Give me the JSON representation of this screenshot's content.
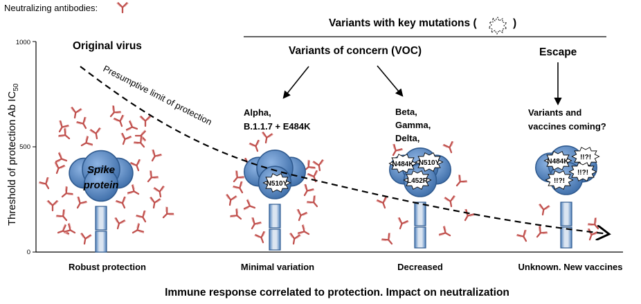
{
  "legend": {
    "label": "Neutralizing antibodies:",
    "icon": "antibody-icon"
  },
  "titles": {
    "variants_key": "Variants with key mutations (",
    "variants_key_close": ")",
    "voc": "Variants of concern (VOC)",
    "original": "Original virus",
    "escape": "Escape"
  },
  "spike_label": [
    "Spike",
    "protein"
  ],
  "y_axis": {
    "label": "Threshold of protection Ab IC",
    "label_sub": "50",
    "ticks": [
      "1000",
      "500",
      "0"
    ]
  },
  "curve_label": "Presumptive limit of protection",
  "groups": [
    {
      "lines": [],
      "mutations": [],
      "bottom_label": "Robust protection"
    },
    {
      "lines": [
        "Alpha,",
        "B.1.1.7 + E484K"
      ],
      "mutations": [
        "N510Y"
      ],
      "bottom_label": "Minimal variation"
    },
    {
      "lines": [
        "Beta,",
        "Gamma,",
        "Delta,"
      ],
      "mutations": [
        "N484K",
        "N510Y",
        "L452R"
      ],
      "bottom_label": "Decreased"
    },
    {
      "lines": [
        "Variants and",
        "vaccines coming?"
      ],
      "mutations": [
        "N484K",
        "!!?!",
        "!!?!",
        "!!?!"
      ],
      "bottom_label": "Unknown. New vaccines"
    }
  ],
  "x_axis_title": "Immune response correlated to protection.  Impact on neutralization",
  "colors": {
    "antibody": "#c0504d",
    "spike_fill": "#4f81bd",
    "spike_light": "#8db3e2",
    "stalk": "#b9cde5"
  }
}
